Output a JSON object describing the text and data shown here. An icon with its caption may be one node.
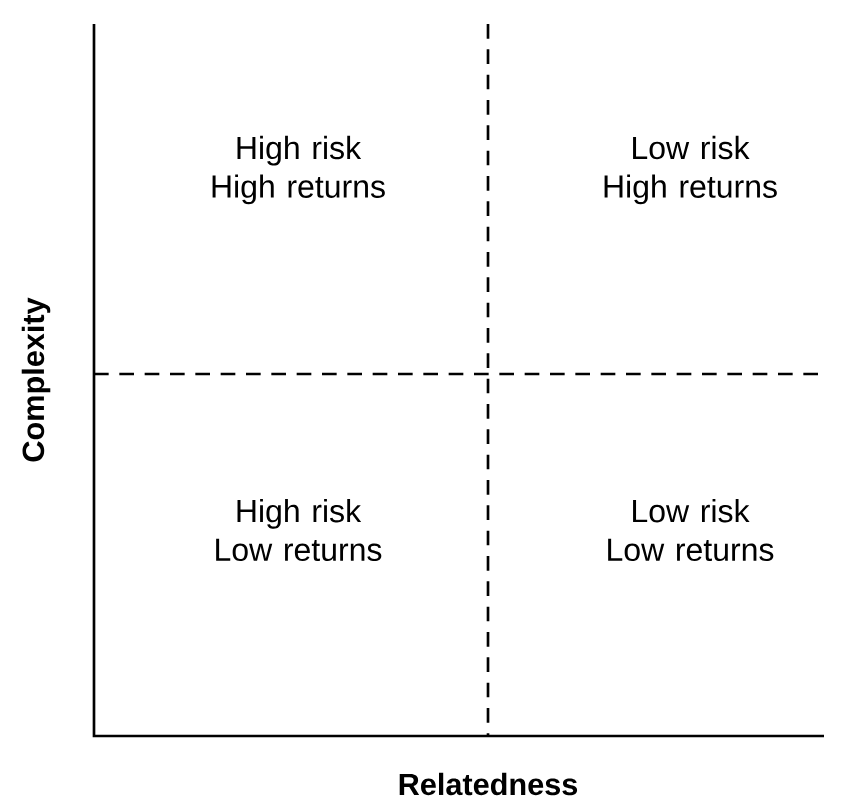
{
  "diagram": {
    "labels": [
      "High risk High returns",
      "Low risk High returns",
      "Complexity",
      "High risk Low returns",
      "Low risk Low returns",
      "Relatedness"
    ]
  }
}
